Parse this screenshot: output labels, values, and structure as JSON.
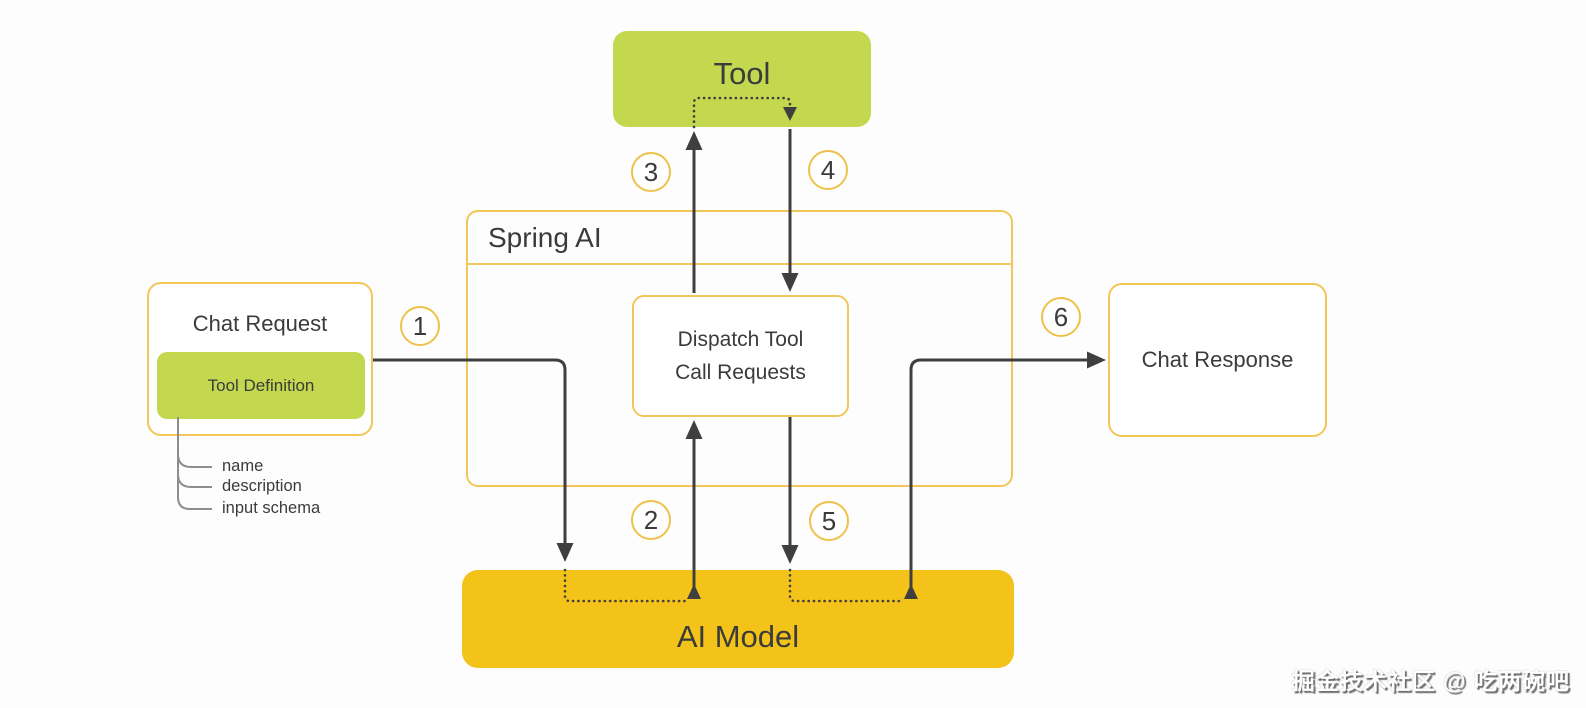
{
  "diagram": {
    "title_node": "Spring AI",
    "nodes": {
      "tool": "Tool",
      "dispatch": "Dispatch Tool\nCall Requests",
      "chat_request": "Chat Request",
      "tool_definition": "Tool Definition",
      "chat_response": "Chat Response",
      "ai_model": "AI Model"
    },
    "tool_definition_fields": [
      "name",
      "description",
      "input schema"
    ],
    "steps": [
      "1",
      "2",
      "3",
      "4",
      "5",
      "6"
    ],
    "colors": {
      "lime_fill": "#c3d84e",
      "gold_fill": "#f4c31a",
      "yellow_border": "#f2c658",
      "circle_border": "#eec24a",
      "arrow": "#3f3f3f",
      "connector_gray": "#8d8d8d",
      "text": "#3b3b3b"
    }
  },
  "watermark": "掘金技术社区 @ 吃两碗吧"
}
